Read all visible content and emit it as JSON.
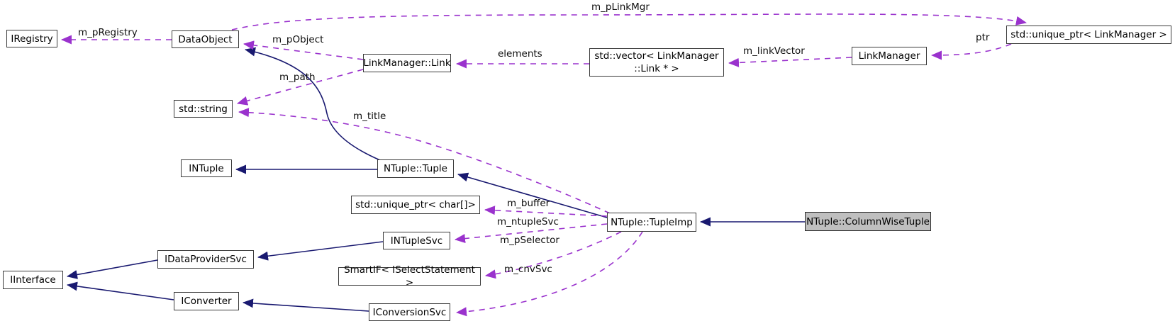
{
  "diagram_type": "collaboration-graph",
  "highlighted_node": "NTuple::ColumnWiseTuple",
  "colors": {
    "inheritance_edge": "#191970",
    "usage_edge": "#9a32cd",
    "node_background": "#ffffff",
    "node_border": "#3b3b3b",
    "highlight_background": "#bfbfbf",
    "text": "#000000"
  },
  "nodes": {
    "iregistry": {
      "label": "IRegistry"
    },
    "dataobject": {
      "label": "DataObject"
    },
    "linkmanager_link": {
      "label": "LinkManager::Link"
    },
    "vector_link": {
      "label": "std::vector< LinkManager\n::Link * >"
    },
    "linkmanager": {
      "label": "LinkManager"
    },
    "uptr_linkmanager": {
      "label": "std::unique_ptr< LinkManager >"
    },
    "stdstring": {
      "label": "std::string"
    },
    "intuple": {
      "label": "INTuple"
    },
    "ntuple_tuple": {
      "label": "NTuple::Tuple"
    },
    "uptr_char": {
      "label": "std::unique_ptr< char[]>"
    },
    "ntuple_tupleimp": {
      "label": "NTuple::TupleImp"
    },
    "ntuple_cwt": {
      "label": "NTuple::ColumnWiseTuple"
    },
    "intuplesvc": {
      "label": "INTupleSvc"
    },
    "idataprovidersvc": {
      "label": "IDataProviderSvc"
    },
    "iinterface": {
      "label": "IInterface"
    },
    "smartif": {
      "label": "SmartIF< ISelectStatement >"
    },
    "iconverter": {
      "label": "IConverter"
    },
    "iconversionsvc": {
      "label": "IConversionSvc"
    }
  },
  "edge_labels": {
    "m_pRegistry": "m_pRegistry",
    "m_pLinkMgr": "m_pLinkMgr",
    "ptr": "ptr",
    "m_linkVector": "m_linkVector",
    "elements": "elements",
    "m_pObject": "m_pObject",
    "m_path": "m_path",
    "m_title": "m_title",
    "m_buffer": "m_buffer",
    "m_ntupleSvc": "m_ntupleSvc",
    "m_pSelector": "m_pSelector",
    "m_cnvSvc": "m_cnvSvc"
  }
}
